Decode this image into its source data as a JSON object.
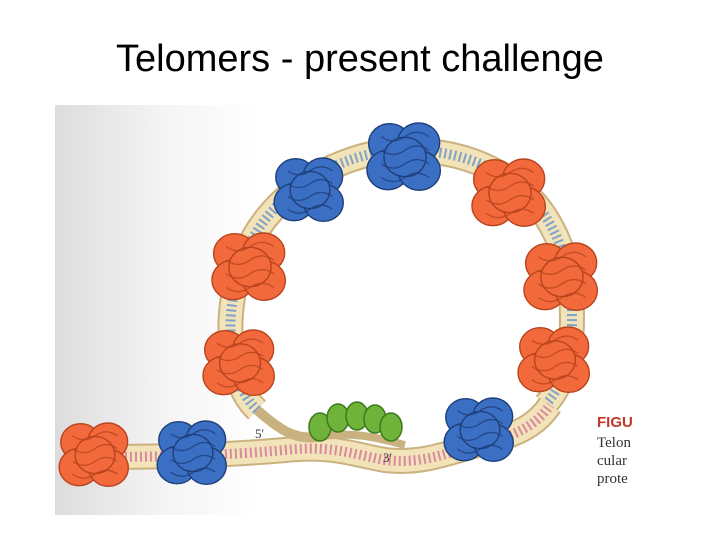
{
  "slide": {
    "title": "Telomers - present challenge"
  },
  "figure": {
    "strand_labels": [
      "5'",
      "3'"
    ],
    "caption_lines": [
      "FIGU",
      "Telon",
      "cular",
      "prote"
    ],
    "colors": {
      "orange_protein": "#f26a3c",
      "blue_protein": "#3a6fc4",
      "green_protein": "#6fb33a",
      "dna_backbone": "#f3e3b8",
      "caption_heading": "#c0392b"
    }
  }
}
